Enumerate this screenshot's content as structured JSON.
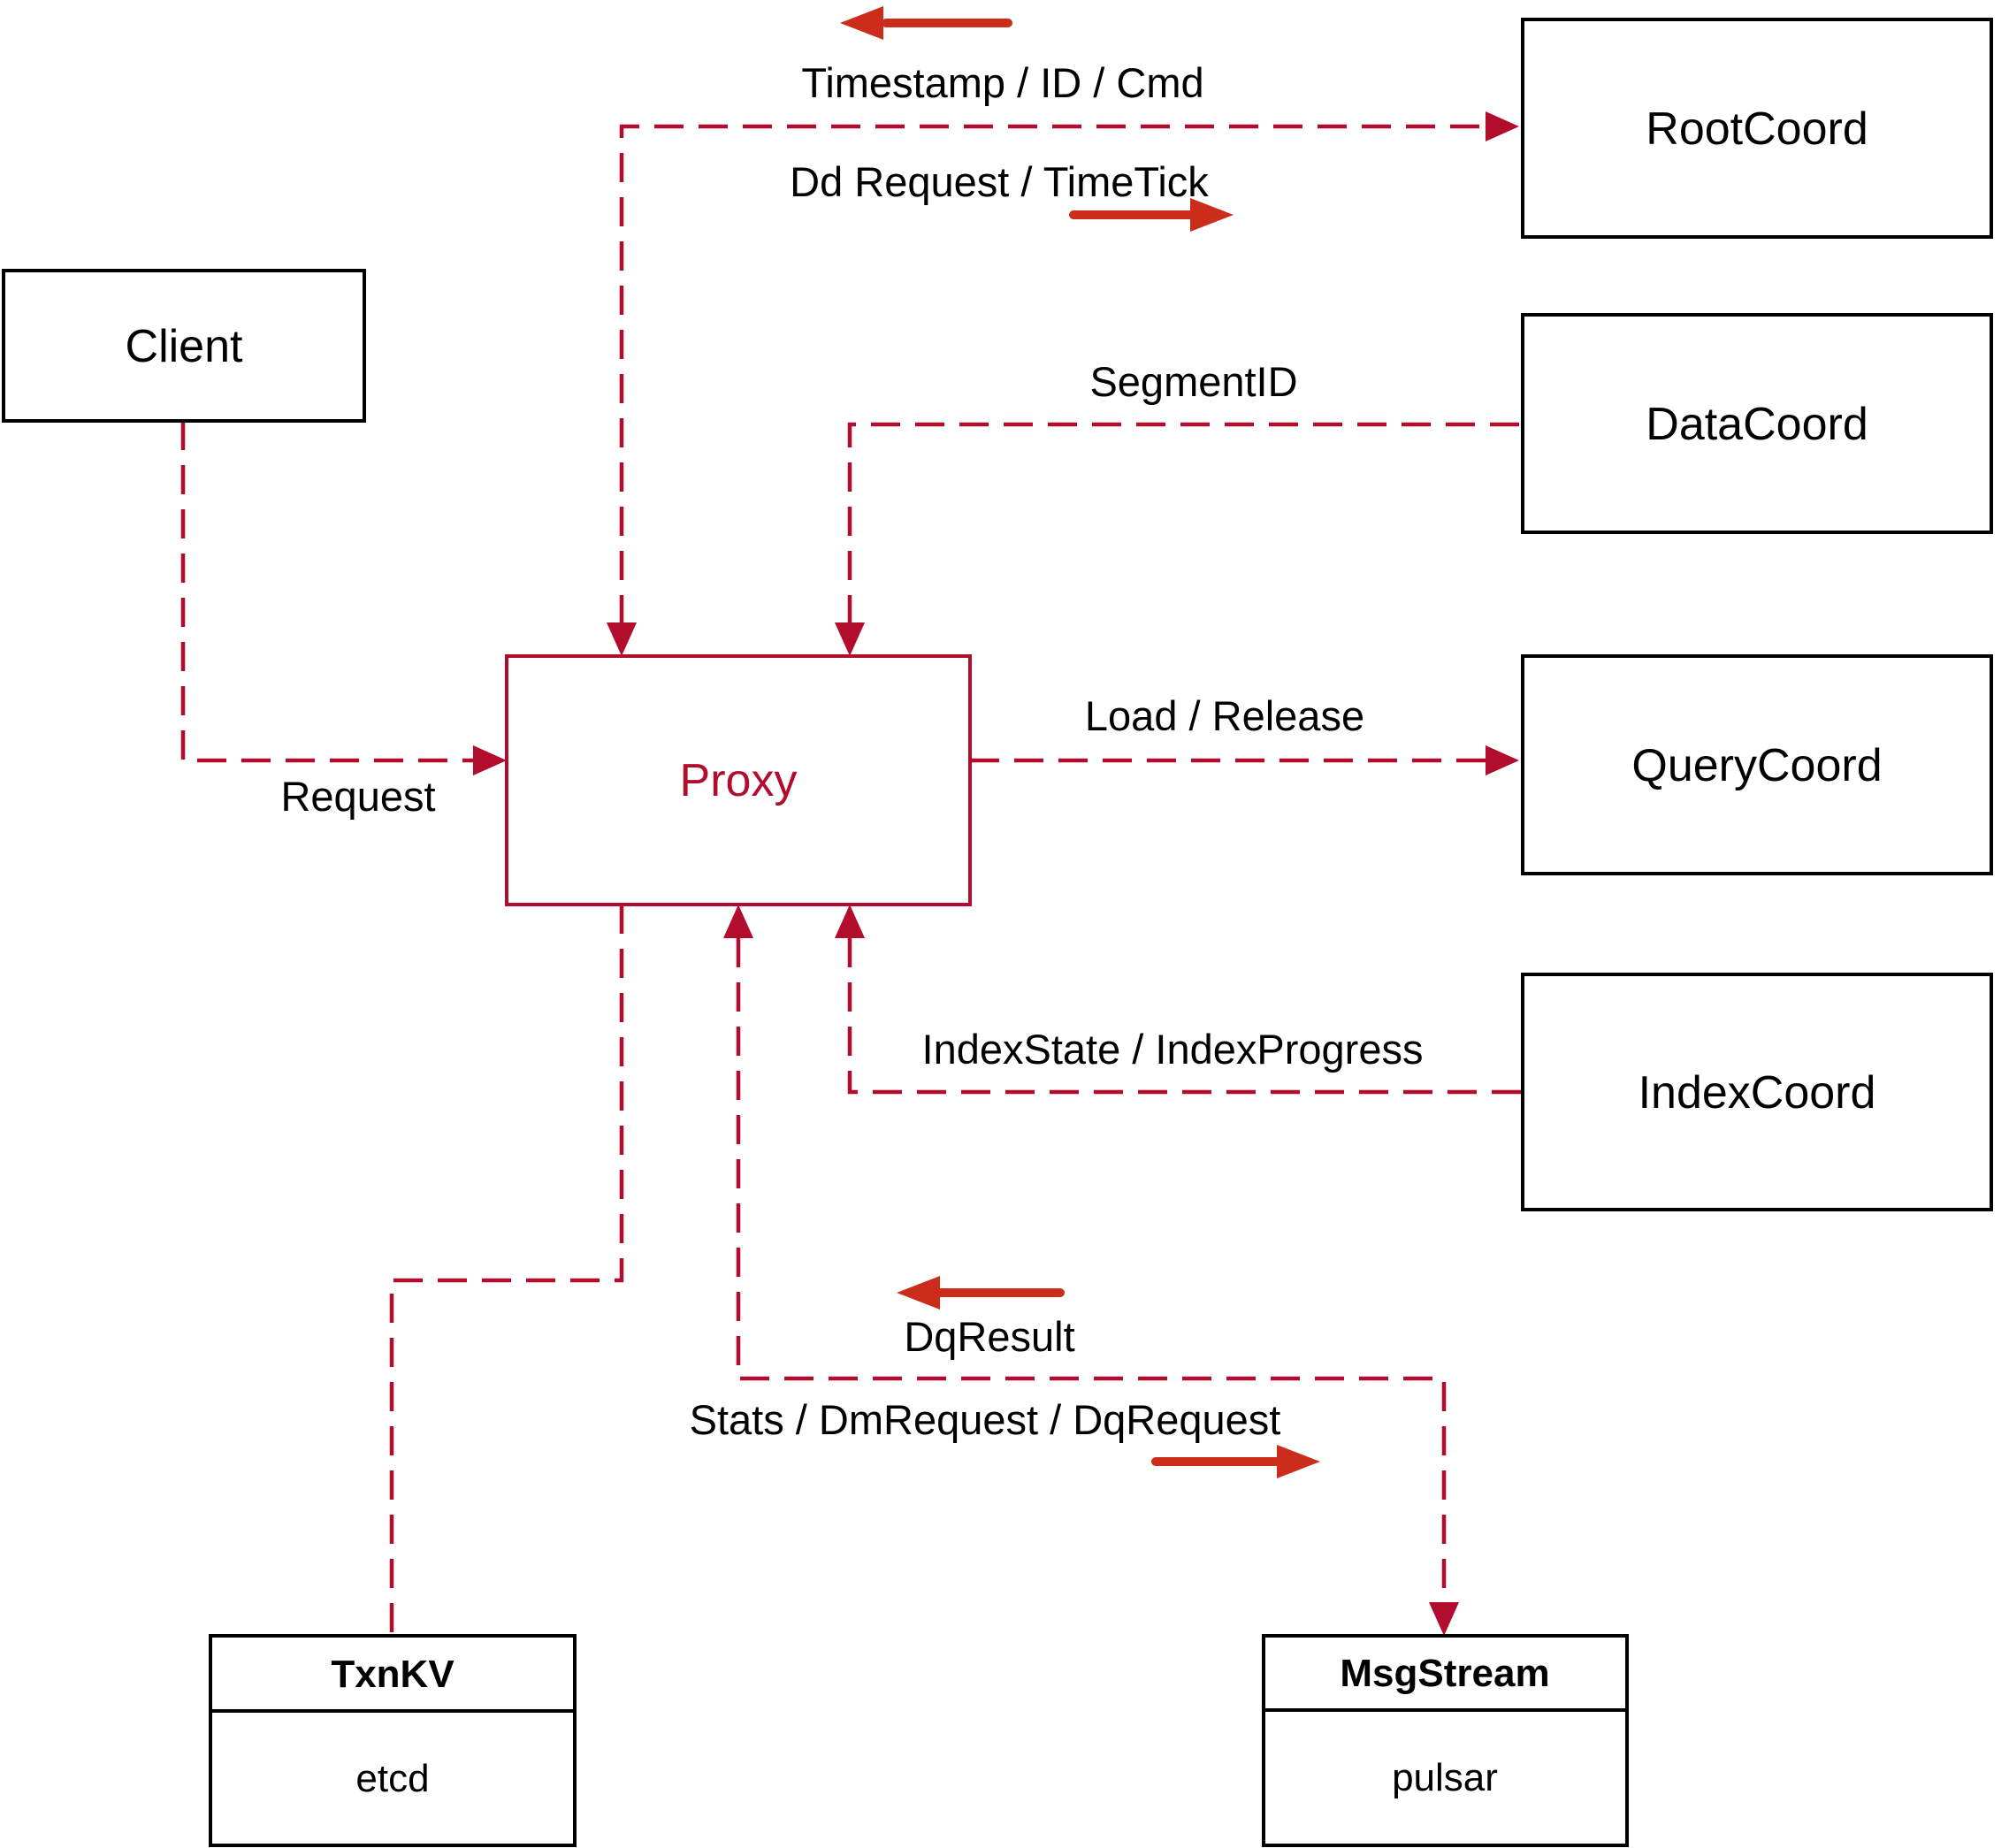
{
  "diagram": {
    "nodes": {
      "client": {
        "label": "Client"
      },
      "proxy": {
        "label": "Proxy"
      },
      "root_coord": {
        "label": "RootCoord"
      },
      "data_coord": {
        "label": "DataCoord"
      },
      "query_coord": {
        "label": "QueryCoord"
      },
      "index_coord": {
        "label": "IndexCoord"
      },
      "txn_kv": {
        "title": "TxnKV",
        "impl": "etcd"
      },
      "msg_stream": {
        "title": "MsgStream",
        "impl": "pulsar"
      }
    },
    "edges": {
      "proxy_rootcoord": {
        "up_label": "Timestamp / ID / Cmd",
        "down_label": "Dd Request / TimeTick"
      },
      "datacoord_proxy": {
        "label": "SegmentID"
      },
      "proxy_querycoord": {
        "label": "Load / Release"
      },
      "indexcoord_proxy": {
        "label": "IndexState / IndexProgress"
      },
      "client_proxy": {
        "label": "Request"
      },
      "proxy_msgstream": {
        "up_label": "DqResult",
        "down_label": "Stats / DmRequest / DqRequest"
      }
    },
    "colors": {
      "line": "#b30d2e",
      "arrow": "#cc2d1a",
      "box_border": "#000000",
      "text": "#000000",
      "background": "#ffffff"
    }
  }
}
